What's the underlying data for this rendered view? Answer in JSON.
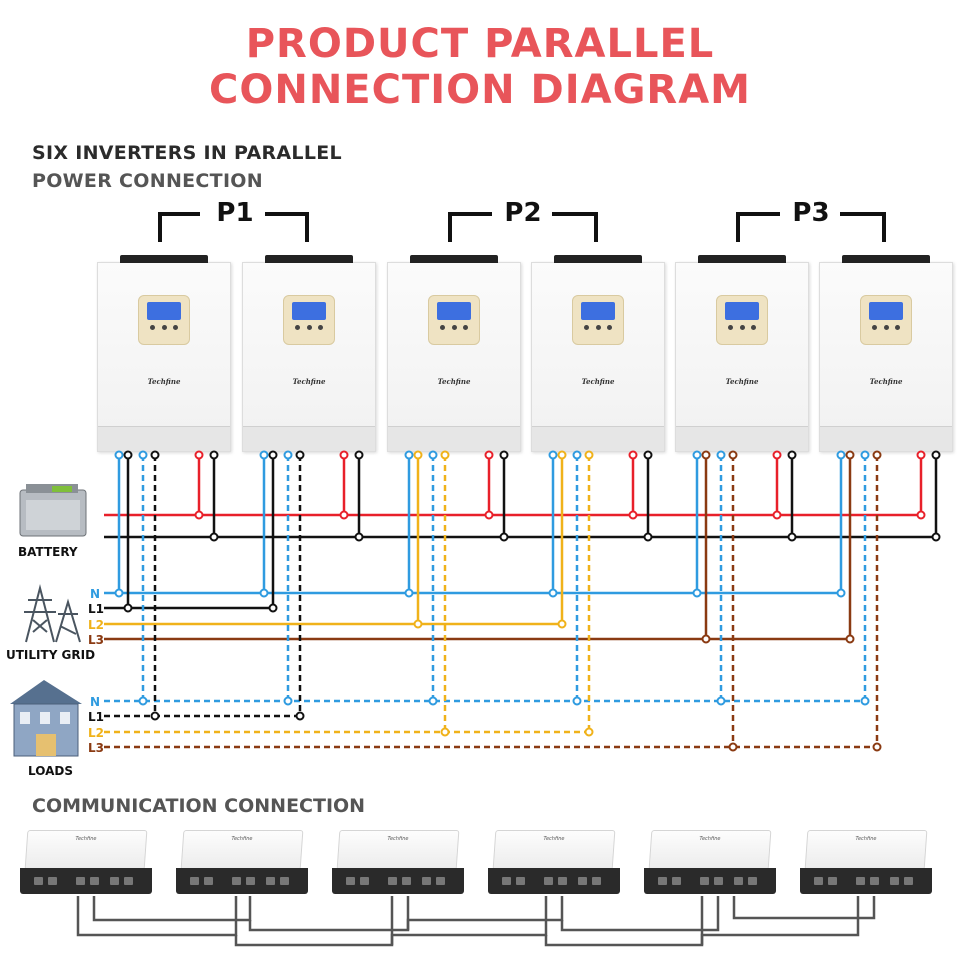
{
  "header": {
    "title_line1": "PRODUCT PARALLEL",
    "title_line2": "CONNECTION DIAGRAM",
    "subtitle_line1": "SIX INVERTERS IN PARALLEL",
    "subtitle_line2": "POWER CONNECTION",
    "comm_heading": "COMMUNICATION CONNECTION"
  },
  "groups": [
    "P1",
    "P2",
    "P3"
  ],
  "inverter": {
    "brand": "Techfine",
    "count": 6
  },
  "sources": {
    "battery": "BATTERY",
    "grid": "UTILITY GRID",
    "loads": "LOADS"
  },
  "lines": {
    "grid": [
      "N",
      "L1",
      "L2",
      "L3"
    ],
    "loads": [
      "N",
      "L1",
      "L2",
      "L3"
    ]
  },
  "colors": {
    "title": "#e8555a",
    "positive": "#e8202a",
    "negative": "#111111",
    "neutral": "#2f9be0",
    "l1": "#111111",
    "l2": "#f0b21a",
    "l3": "#8a3a12"
  }
}
